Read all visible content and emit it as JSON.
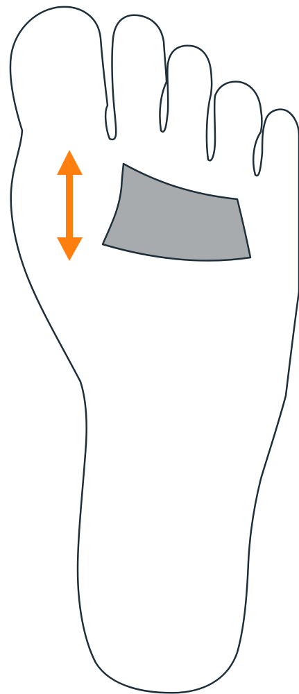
{
  "diagram": {
    "subject": "foot-sole-outline",
    "highlighted_region": "metatarsal-pad",
    "indicator": "vertical-double-arrow"
  },
  "colors": {
    "background": "#ffffff",
    "outline": "#1f2f3a",
    "pad_fill": "#a8abad",
    "pad_stroke": "#1f2f3a",
    "arrow": "#ff7f0e"
  }
}
